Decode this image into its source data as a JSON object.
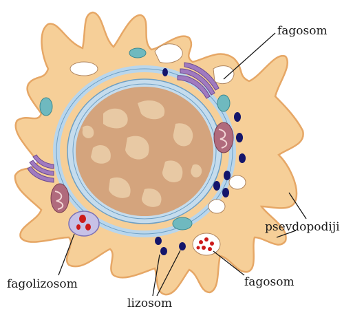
{
  "labels": {
    "fagosom_top": "fagosom",
    "psevdopodiji": "psevdopodiji",
    "fagolizosom": "fagolizosom",
    "fagosom_bottom": "fagosom",
    "lizosom": "lizosom"
  },
  "colors": {
    "cytoplasm": "#f6cf98",
    "membrane": "#e6a766",
    "nucleus": "#d4a47d",
    "chromatin": "#e8c9a4",
    "envelope": "#c5dced",
    "envelope_dark": "#6d9fc4",
    "er": "#b9d6ec",
    "golgi": "#a07ac0",
    "mito": "#b06b7d",
    "lysosome": "#14156b",
    "vacuole": "#ffffff",
    "teal_vesicle": "#6fb9bf",
    "phagolysosome": "#c7c1e6",
    "phagosome_dots": "#cc1a1a"
  }
}
